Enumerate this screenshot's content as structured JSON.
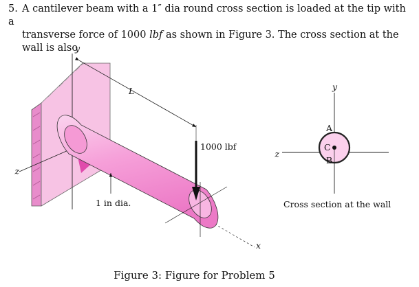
{
  "problem": {
    "number": "5.",
    "line1_a": "A cantilever beam with a 1″ dia round cross section is loaded at the tip with a",
    "line2_a": "transverse force of 1000 ",
    "line2_unit": "lbf",
    "line2_b": " as shown in Figure 3. The cross section at the wall is also"
  },
  "figure": {
    "label_y_beam": "y",
    "label_L": "L",
    "label_z_beam": "z",
    "label_x_beam": "x",
    "label_force": "1000 lbf",
    "label_diameter": "1 in dia.",
    "label_y_section": "y",
    "label_z_section": "z",
    "label_A": "A",
    "label_C": "C",
    "label_B": "B",
    "label_section": "Cross section at the wall",
    "caption": "Figure 3: Figure for Problem 5"
  },
  "colors": {
    "wall_face": "#f7c3e4",
    "wall_edge": "#e88ccb",
    "beam_body": "#f6a0d9",
    "beam_dark": "#e04aac",
    "section_fill": "#fbd0ec"
  }
}
